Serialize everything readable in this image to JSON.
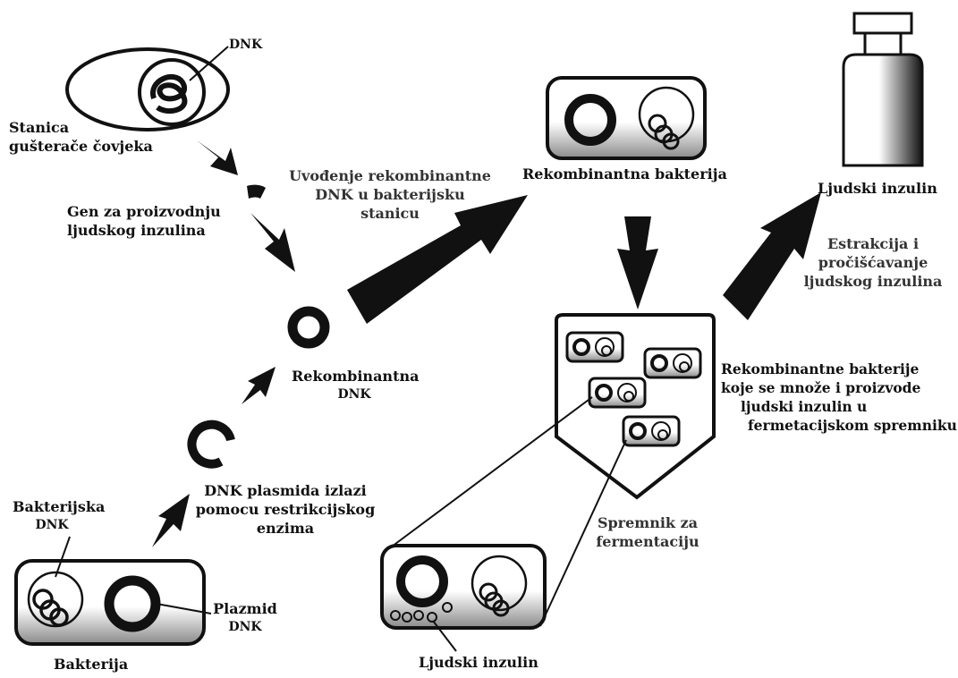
{
  "labels": {
    "dnk_top": "DNK",
    "stanica": [
      "Stanica",
      "gušterače čovjeka"
    ],
    "gen": [
      "Gen za proizvodnju",
      "ljudskog inzulina"
    ],
    "uvodjenje": [
      "Uvođenje rekombinantne",
      "DNK u bakterijsku",
      "stanicu"
    ],
    "rekombinantna_bakterija": "Rekombinantna bakterija",
    "ljudski_inzulin_top": "Ljudski inzulin",
    "estrakcija": [
      "Estrakcija i",
      "pročišćavanje",
      "ljudskog inzulina"
    ],
    "rekombinantna_dnk": [
      "Rekombinantna",
      "DNK"
    ],
    "rekombinantne_bakterije": [
      "Rekombinantne bakterije",
      "koje se množe i proizvode",
      "ljudski inzulin u",
      "fermetacijskom spremniku"
    ],
    "dnk_plasmida": [
      "DNK plasmida izlazi",
      "pomocu restrikcijskog",
      "enzima"
    ],
    "bakterijska_dnk": [
      "Bakterijska",
      "DNK"
    ],
    "spremnik": [
      "Spremnik za",
      "fermentaciju"
    ],
    "plazmid_dnk": [
      "Plazmid",
      "DNK"
    ],
    "bakterija": "Bakterija",
    "ljudski_inzulin_bottom": "Ljudski inzulin"
  },
  "colors": {
    "ink": "#111111",
    "background": "#ffffff",
    "shade": "#8a8a8a"
  },
  "icons": {
    "cell": "pancreas-cell-icon",
    "gene": "gene-fragment-icon",
    "ring": "recombinant-dna-ring-icon",
    "cut_ring": "cut-plasmid-icon",
    "bacterium": "bacterium-icon",
    "tank": "fermentation-tank-icon",
    "bottle": "insulin-bottle-icon"
  }
}
